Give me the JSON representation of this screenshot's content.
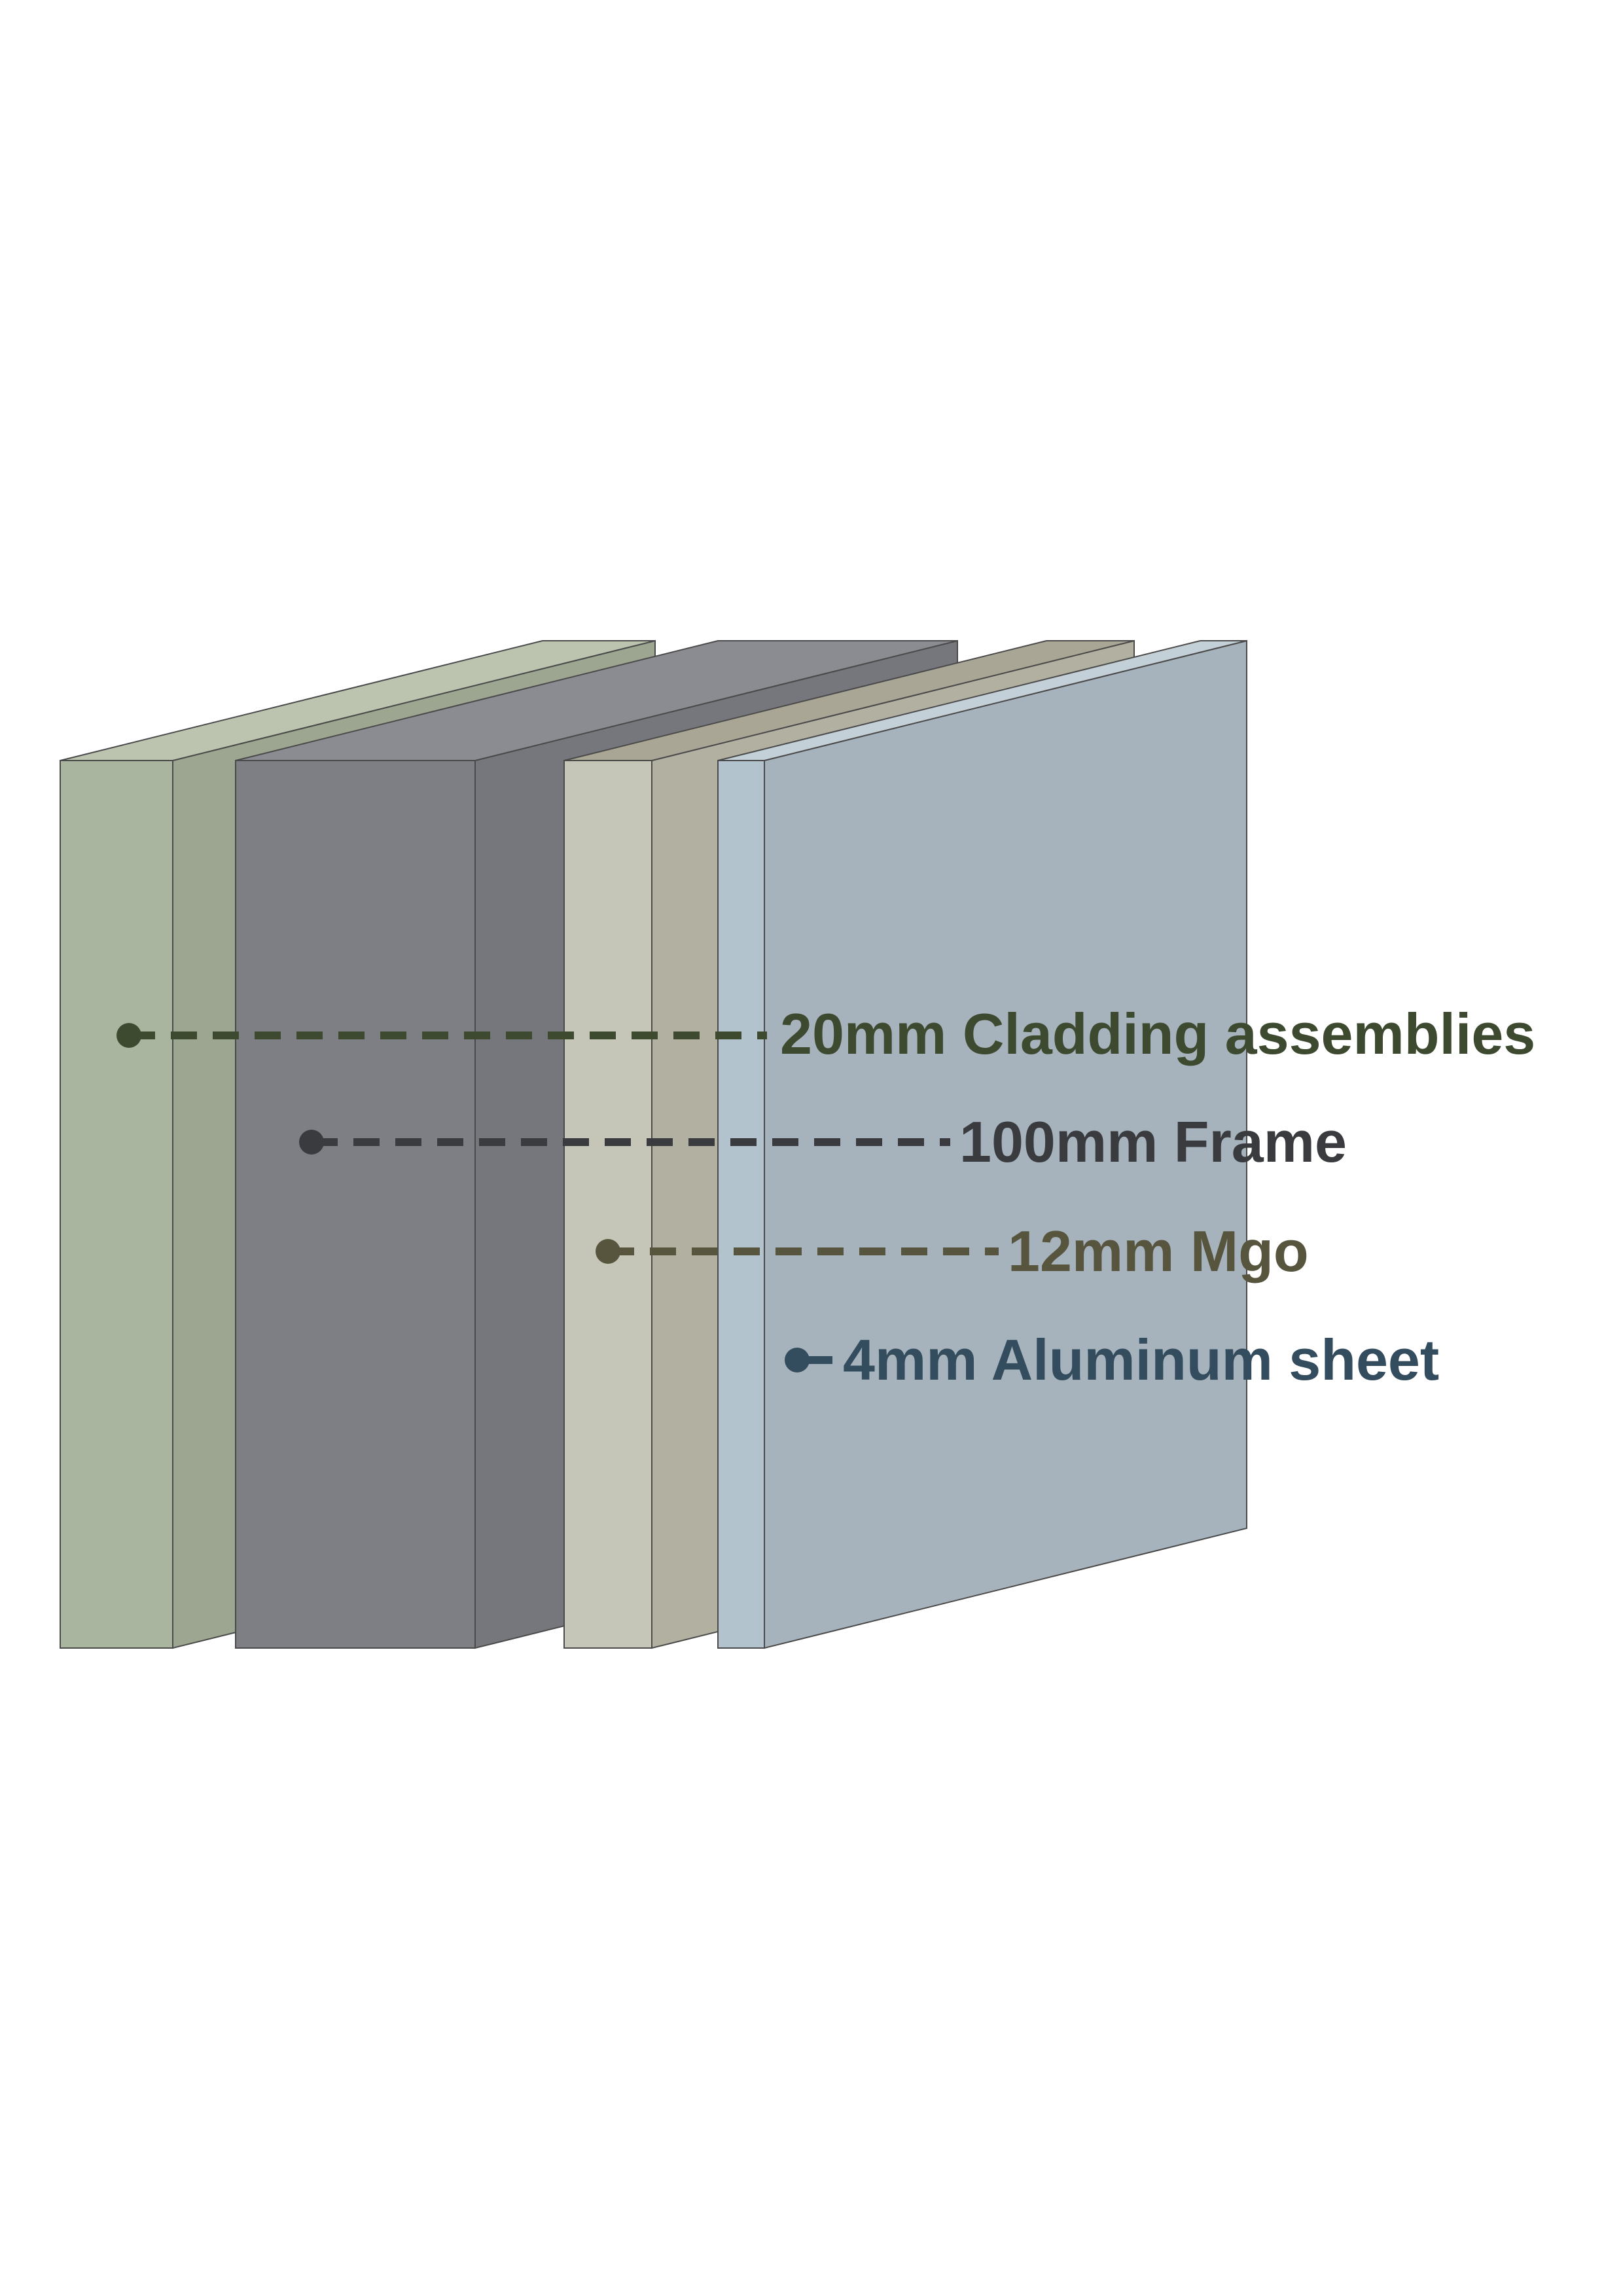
{
  "layers": [
    {
      "label": "20mm Cladding assemblies",
      "color": "#3d4a30",
      "front": "#aab5a0",
      "side": "#9ca690",
      "top": "#bcc4b0"
    },
    {
      "label": "100mm Frame",
      "color": "#3a3b3e",
      "front": "#7e7f85",
      "side": "#76777d",
      "top": "#8b8c91"
    },
    {
      "label": "12mm Mgo",
      "color": "#58553f",
      "front": "#c6c6b8",
      "side": "#b2b0a1",
      "top": "#a9a696"
    },
    {
      "label": "4mm Aluminum sheet",
      "color": "#334c5e",
      "front": "#b3c3ce",
      "side": "#a6b3bc",
      "top": "#c4d0d8"
    }
  ]
}
